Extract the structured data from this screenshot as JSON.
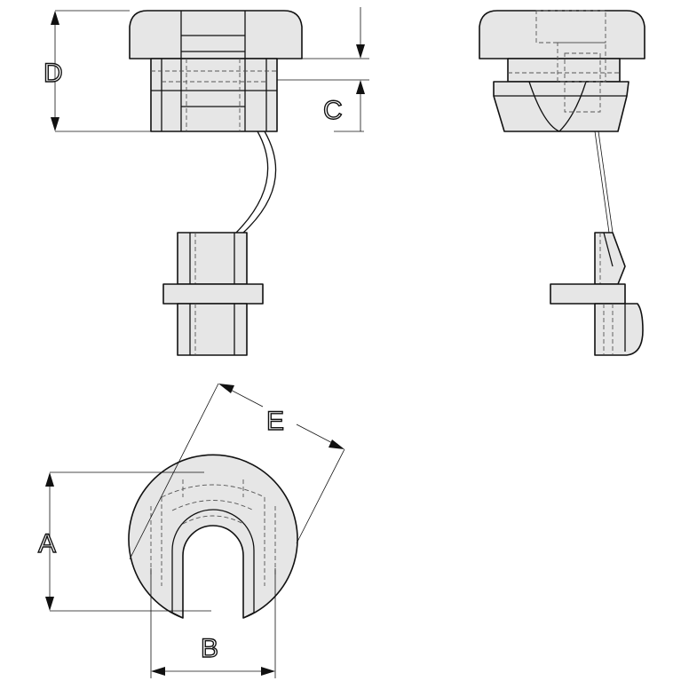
{
  "dimensions": {
    "a": "A",
    "b": "B",
    "c": "C",
    "d": "D",
    "e": "E"
  }
}
